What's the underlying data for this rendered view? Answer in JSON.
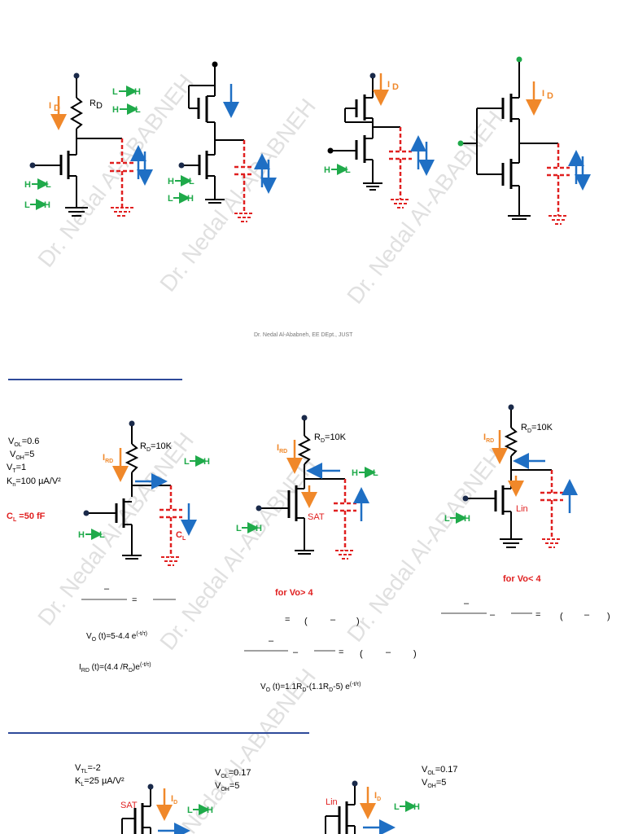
{
  "footer": "Dr. Nedal Al-Ababneh, EE DEpt., JUST",
  "watermark": "Dr. Nedal Al-ABABNEH",
  "row1": {
    "id_label": "I",
    "id_sub": "D",
    "rd_label": "R",
    "rd_sub": "D",
    "transitions": [
      "L",
      "H",
      "H",
      "L",
      "H",
      "L",
      "L",
      "H"
    ]
  },
  "row2": {
    "params": {
      "vol": "V",
      "vol_sub": "OL",
      "vol_val": "=0.6",
      "voh": "V",
      "voh_sub": "OH",
      "voh_val": "=5",
      "vt": "V",
      "vt_sub": "T",
      "vt_val": "=1",
      "kn": "K",
      "kn_sub": "n",
      "kn_val": "=100 µA/V²",
      "cl": "C",
      "cl_sub": "L",
      "cl_val": " =50 fF"
    },
    "rd_value": "=10K",
    "ird_label": "I",
    "ird_sub": "RD",
    "cl_label": "C",
    "cl_sub": "L",
    "sat_label": "SAT",
    "lin_label": "Lin",
    "for_gt": "for  Vo> 4",
    "for_lt": "for  Vo< 4",
    "vo_formula_1": "V",
    "vo_formula_1_sub": "O",
    "vo_formula_1_rest": " (t)=5-4.4 e",
    "vo_formula_1_exp": "(-t/τ)",
    "ird_formula": "I",
    "ird_formula_sub": "RD",
    "ird_formula_rest": " (t)=(4.4 /R",
    "ird_formula_sub2": "D",
    "ird_formula_rest2": ")e",
    "ird_formula_exp": "(-t/τ)",
    "vo_formula_2": "V",
    "vo_formula_2_sub": "O",
    "vo_formula_2_rest": " (t)=1.1R",
    "vo_formula_2_sub2": "D",
    "vo_formula_2_rest2": "-(1.1R",
    "vo_formula_2_sub3": "D",
    "vo_formula_2_rest3": "-5) e",
    "vo_formula_2_exp": "(-t/τ)"
  },
  "row3": {
    "vtl": "V",
    "vtl_sub": "TL",
    "vtl_val": "=-2",
    "kl": "K",
    "kl_sub": "L",
    "kl_val": "=25 µA/V²",
    "vol": "V",
    "vol_sub": "OL",
    "vol_val": "=0.17",
    "voh": "V",
    "voh_sub": "OH",
    "voh_val": "=5",
    "sat_label": "SAT",
    "lin_label": "Lin"
  }
}
